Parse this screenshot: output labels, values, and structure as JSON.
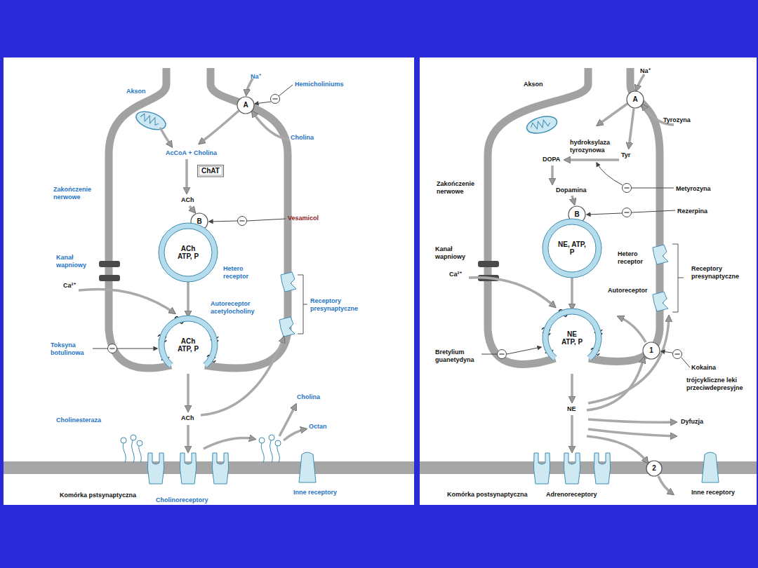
{
  "diagram": {
    "nodes": [
      {
        "text": [
          "A"
        ]
      },
      {
        "text": [
          "ChAT"
        ]
      },
      {
        "text": [
          "B"
        ]
      },
      {
        "text": [
          "ACh ATP, P"
        ]
      },
      {
        "text": [
          "ACh ATP, P"
        ]
      },
      {
        "text": [
          "A"
        ]
      },
      {
        "text": [
          "B"
        ]
      },
      {
        "text": [
          "NE, ATP, P"
        ]
      },
      {
        "text": [
          "NE ATP, P"
        ]
      },
      {
        "text": [
          "1"
        ]
      },
      {
        "text": [
          "2"
        ]
      }
    ],
    "edges": [
      {
        "from": 3,
        "to": 4,
        "arrow": "to"
      },
      {
        "from": 7,
        "to": 8,
        "arrow": "to"
      }
    ],
    "labels": [
      "Akson",
      "Na⁺",
      "Hemicholiniums",
      "Cholina",
      "AcCoA + Cholina",
      "ACh",
      "Vesamicol",
      "Zakończenie nerwowe",
      "Kanał wapniowy",
      "Ca²⁺",
      "Hetero receptor",
      "Autoreceptor acetylocholiny",
      "Receptory presynaptyczne",
      "Toksyna botulinowa",
      "Cholina",
      "Octan",
      "Cholinesteraza",
      "ACh",
      "Komórka pstsynaptyczna",
      "Cholinoreceptory",
      "Inne receptory",
      "Akson",
      "Na⁺",
      "Tyrozyna",
      "hydroksylaza tyrozynowa",
      "DOPA",
      "Tyr",
      "Zakończenie nerwowe",
      "Dopamina",
      "Metyrozyna",
      "Rezerpina",
      "Kanał wapniowy",
      "Hetero receptor",
      "Receptory presynaptyczne",
      "Autoreceptor",
      "Ca²⁺",
      "Bretylium guanetydyna",
      "Kokaina",
      "trójcykliczne leki przeciwdepresyjne",
      "NE",
      "Dyfuzja",
      "Komórka postsynaptyczna",
      "Adrenoreceptory",
      "Inne receptory"
    ]
  }
}
